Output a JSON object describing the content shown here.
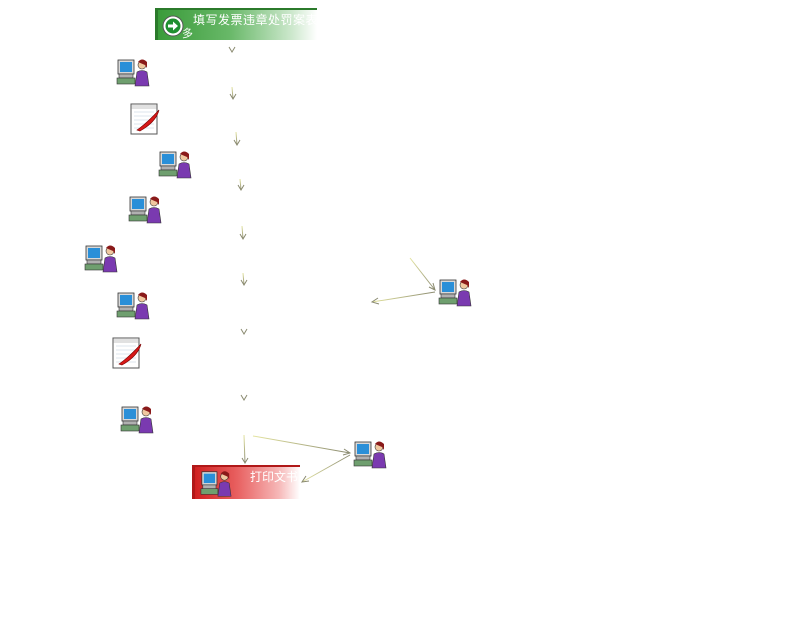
{
  "flow": {
    "start_label": "填写发票违章处罚案表",
    "start_sub": "多",
    "end_label": "打印文书"
  },
  "nodes": [
    {
      "name": "task-node-1",
      "icon": "person-computer-icon"
    },
    {
      "name": "task-node-2",
      "icon": "notepad-pen-icon"
    },
    {
      "name": "task-node-3",
      "icon": "person-computer-icon"
    },
    {
      "name": "task-node-4",
      "icon": "person-computer-icon"
    },
    {
      "name": "task-node-5",
      "icon": "person-computer-icon"
    },
    {
      "name": "task-node-6",
      "icon": "person-computer-icon"
    },
    {
      "name": "task-node-7",
      "icon": "notepad-pen-icon"
    },
    {
      "name": "task-node-8",
      "icon": "person-computer-icon"
    },
    {
      "name": "side-node-1",
      "icon": "person-computer-icon"
    },
    {
      "name": "side-node-2",
      "icon": "person-computer-icon"
    }
  ],
  "colors": {
    "start": "#3a9b3a",
    "end": "#d02020",
    "arrow": "#9a9a70",
    "arrow_light": "#d8d890"
  }
}
